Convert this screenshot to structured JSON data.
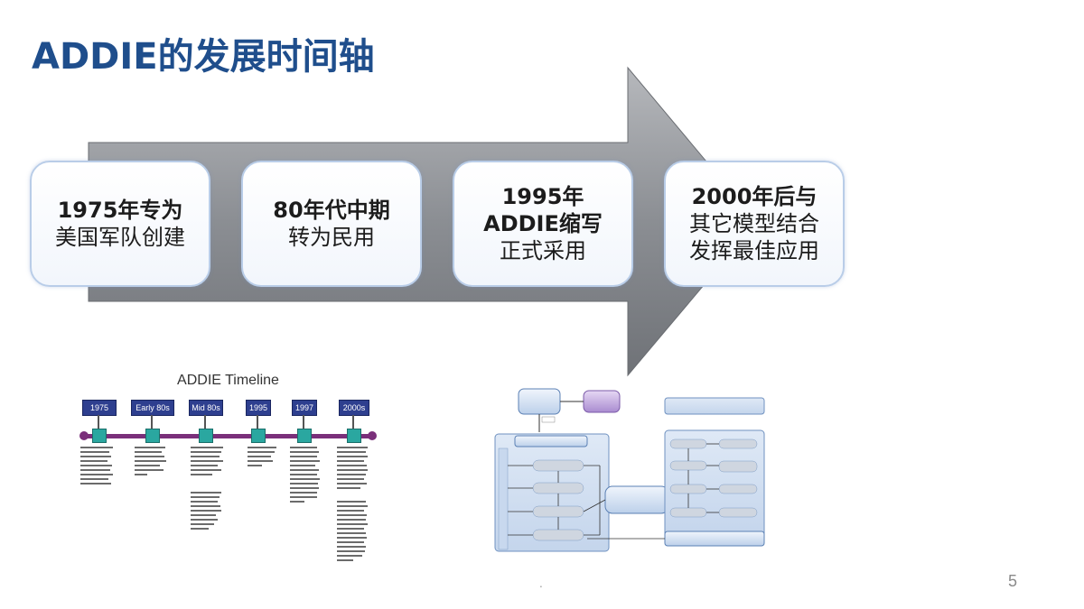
{
  "title": "ADDIE的发展时间轴",
  "colors": {
    "title": "#1f4e8c",
    "arrow": "#8a8d92",
    "box_border": "#b9cde8"
  },
  "stages": [
    {
      "line1": "1975年专为",
      "line2": "美国军队创建",
      "line3": ""
    },
    {
      "line1": "80年代中期",
      "line2": "转为民用",
      "line3": ""
    },
    {
      "line1": "1995年",
      "line2": "ADDIE缩写",
      "line3": "正式采用"
    },
    {
      "line1": "2000年后与",
      "line2": "其它模型结合",
      "line3": "发挥最佳应用"
    }
  ],
  "timeline_thumb": {
    "title": "ADDIE Timeline",
    "labels": [
      "1975",
      "Early 80s",
      "Mid 80s",
      "1995",
      "1997",
      "2000s"
    ]
  },
  "footer": {
    "dot": ".",
    "page_number": "5"
  }
}
